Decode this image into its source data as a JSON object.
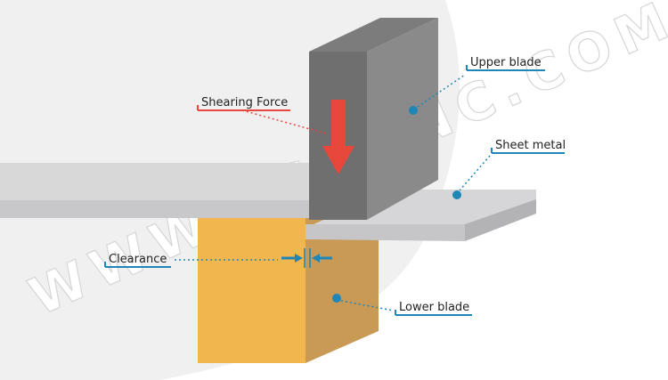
{
  "labels": {
    "upper_blade": "Upper blade",
    "shearing_force": "Shearing Force",
    "sheet_metal": "Sheet metal",
    "clearance": "Clearance",
    "lower_blade": "Lower blade"
  },
  "watermark": "WWW.YSDCNC.COM",
  "colors": {
    "background": "#f0f0f1",
    "upper_blade_front": "#6f6f70",
    "upper_blade_side": "#8a8a8b",
    "lower_blade_front": "#f2b64f",
    "lower_blade_side": "#c99a55",
    "sheet_metal": "#d7d7d8",
    "force_arrow": "#e8473b",
    "annotation": "#1f86b8"
  },
  "icons": {
    "force": "arrow-down-icon",
    "clearance": "arrows-inward-icon",
    "callout_marker": "dot-marker-icon"
  }
}
